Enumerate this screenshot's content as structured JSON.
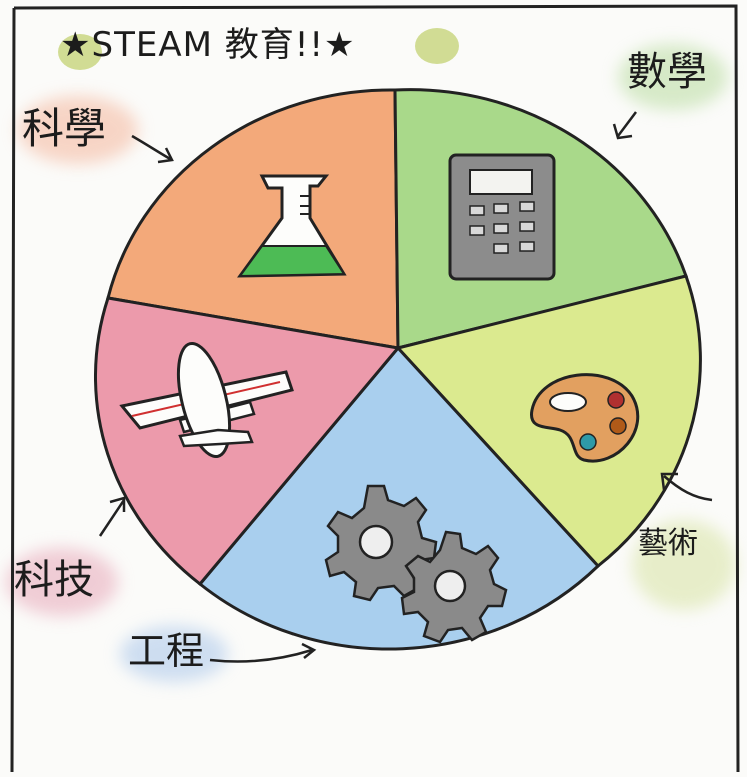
{
  "title": "★STEAM 教育!!★",
  "labels": {
    "science": "科學",
    "math": "數學",
    "technology": "科技",
    "engineering": "工程",
    "art": "藝術"
  },
  "colors": {
    "science": "#f3a97a",
    "math": "#a9d98a",
    "art": "#dbea8f",
    "engineering": "#a9cfee",
    "technology": "#ec9aab",
    "label_halo_science": "#f4b69c",
    "label_halo_math": "#b9dca0",
    "label_halo_tech": "#e7a7b8",
    "label_halo_eng": "#a9c6ea",
    "label_halo_art": "#d7e3a3",
    "star_bg": "#c7d47a"
  },
  "icons": {
    "science": "flask-icon",
    "math": "calculator-icon",
    "art": "paint-palette-icon",
    "engineering": "gears-icon",
    "technology": "airplane-icon"
  }
}
